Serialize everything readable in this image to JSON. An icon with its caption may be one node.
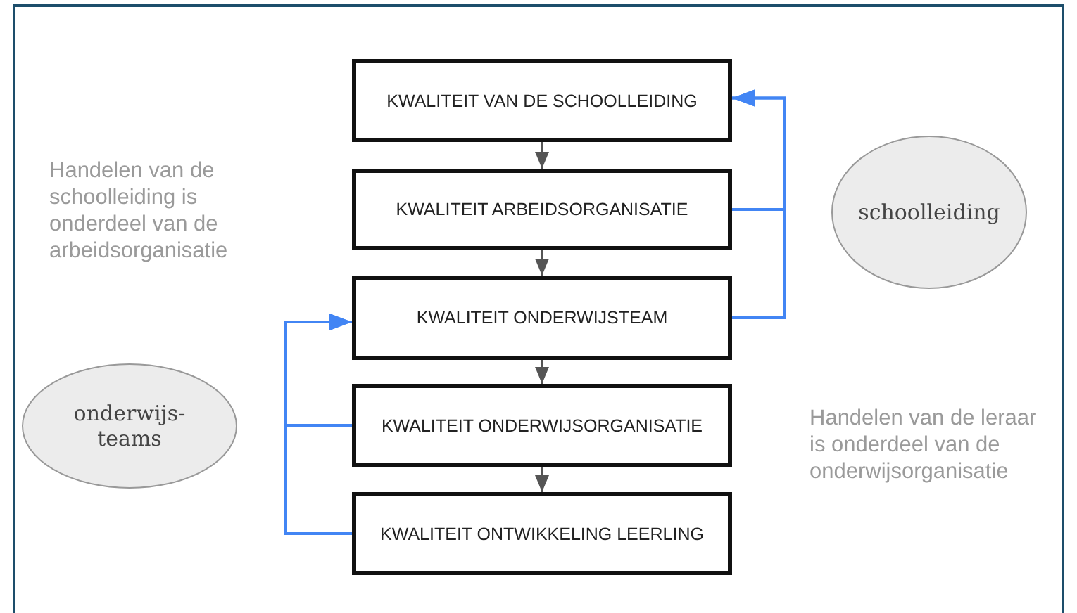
{
  "diagram": {
    "nodes": [
      {
        "text": [
          "KWALITEIT VAN DE SCHOOLLEIDING"
        ]
      },
      {
        "text": [
          "KWALITEIT ARBEIDSORGANISATIE"
        ]
      },
      {
        "text": [
          "KWALITEIT ONDERWIJSTEAM"
        ]
      },
      {
        "text": [
          "KWALITEIT ONDERWIJSORGANISATIE"
        ]
      },
      {
        "text": [
          "KWALITEIT ONTWIKKELING LEERLING"
        ]
      },
      {
        "text": [
          "schoolleiding"
        ]
      },
      {
        "text": [
          "onderwijs- teams"
        ]
      }
    ],
    "edges": [
      {
        "from": 0,
        "to": 1,
        "arrow": "to"
      },
      {
        "from": 1,
        "to": 2,
        "arrow": "to"
      },
      {
        "from": 2,
        "to": 3,
        "arrow": "to"
      },
      {
        "from": 3,
        "to": 4,
        "arrow": "to"
      },
      {
        "from": 1,
        "to": 0,
        "arrow": "to",
        "color": "#4285f4"
      },
      {
        "from": 2,
        "to": 0,
        "arrow": "to",
        "color": "#4285f4"
      },
      {
        "from": 3,
        "to": 2,
        "arrow": "to",
        "color": "#4285f4"
      },
      {
        "from": 4,
        "to": 2,
        "arrow": "to",
        "color": "#4285f4"
      }
    ],
    "labels": [
      "Handelen van de schoolleiding is onderdeel van de arbeidsorganisatie",
      "Handelen van de leraar is onderdeel van de onderwijsorganisatie"
    ]
  }
}
